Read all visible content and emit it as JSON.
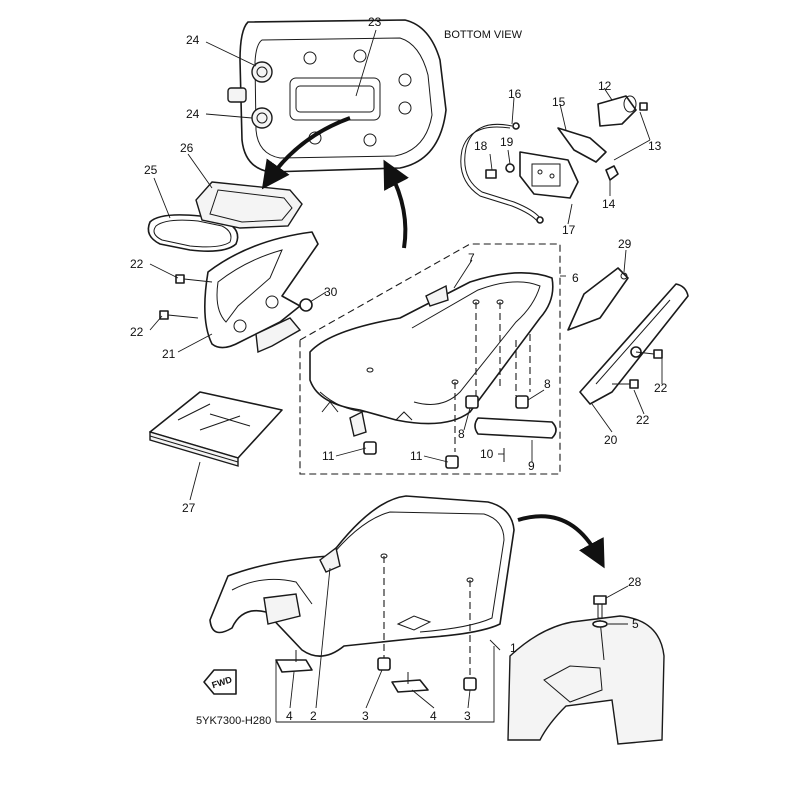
{
  "view_label": "BOTTOM VIEW",
  "drawing_code": "5YK7300-H280",
  "fwd_label": "FWD",
  "colors": {
    "line": "#1a1a1a",
    "fill": "#ffffff",
    "shade": "#f4f4f4",
    "arrow": "#111111"
  },
  "callouts": {
    "n1": "1",
    "n2": "2",
    "n3a": "3",
    "n3b": "3",
    "n4a": "4",
    "n4b": "4",
    "n5": "5",
    "n6": "6",
    "n7": "7",
    "n8a": "8",
    "n8b": "8",
    "n9": "9",
    "n10": "10",
    "n11a": "11",
    "n11b": "11",
    "n12": "12",
    "n13": "13",
    "n14": "14",
    "n15": "15",
    "n16": "16",
    "n17": "17",
    "n18": "18",
    "n19": "19",
    "n20": "20",
    "n21": "21",
    "n22a": "22",
    "n22b": "22",
    "n22c": "22",
    "n22d": "22",
    "n23": "23",
    "n24a": "24",
    "n24b": "24",
    "n25": "25",
    "n26": "26",
    "n27": "27",
    "n28": "28",
    "n29": "29",
    "n30": "30"
  }
}
